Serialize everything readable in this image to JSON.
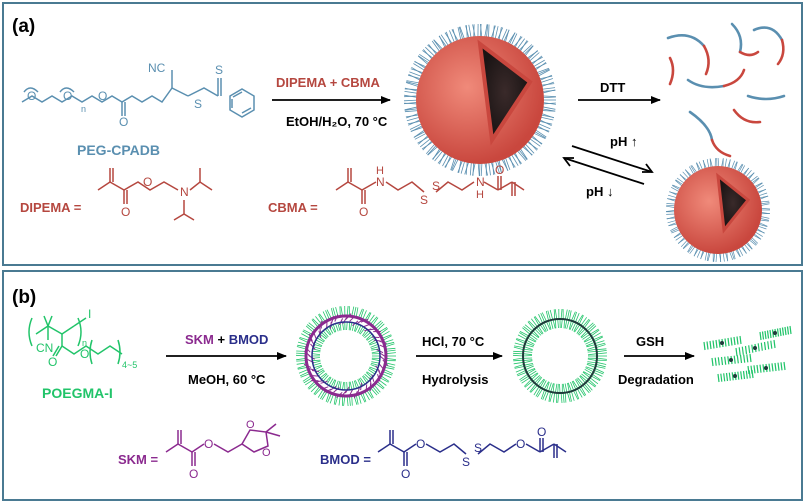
{
  "panel_a": {
    "label": "(a)",
    "peg_name": "PEG-CPADB",
    "peg_sub_n": "n",
    "nc": "NC",
    "s": "S",
    "o": "O",
    "reagents": "DIPEMA + CBMA",
    "conditions": "EtOH/H₂O, 70 °C",
    "dtt": "DTT",
    "ph_up": "pH ↑",
    "ph_down": "pH ↓",
    "dipema_label": "DIPEMA =",
    "cbma_label": "CBMA =",
    "n": "N",
    "h": "H"
  },
  "panel_b": {
    "label": "(b)",
    "poegma_name": "POEGMA-I",
    "i": "I",
    "sub_n": "n",
    "sub_45": "4~5",
    "cn": "CN",
    "reagent_skm": "SKM",
    "reagent_plus": " + ",
    "reagent_bmod": "BMOD",
    "conditions1": "MeOH, 60 °C",
    "hcl": "HCl, 70 °C",
    "hydrolysis": "Hydrolysis",
    "gsh": "GSH",
    "degradation": "Degradation",
    "skm_label": "SKM =",
    "bmod_label": "BMOD =",
    "s": "S",
    "o": "O"
  },
  "colors": {
    "frame": "#4a7a92",
    "blue": "#5a8fb0",
    "red": "#b5473f",
    "green": "#22c46a",
    "purple": "#8b2a8f",
    "navy": "#2a2e8a",
    "shell": "#d9534f"
  }
}
